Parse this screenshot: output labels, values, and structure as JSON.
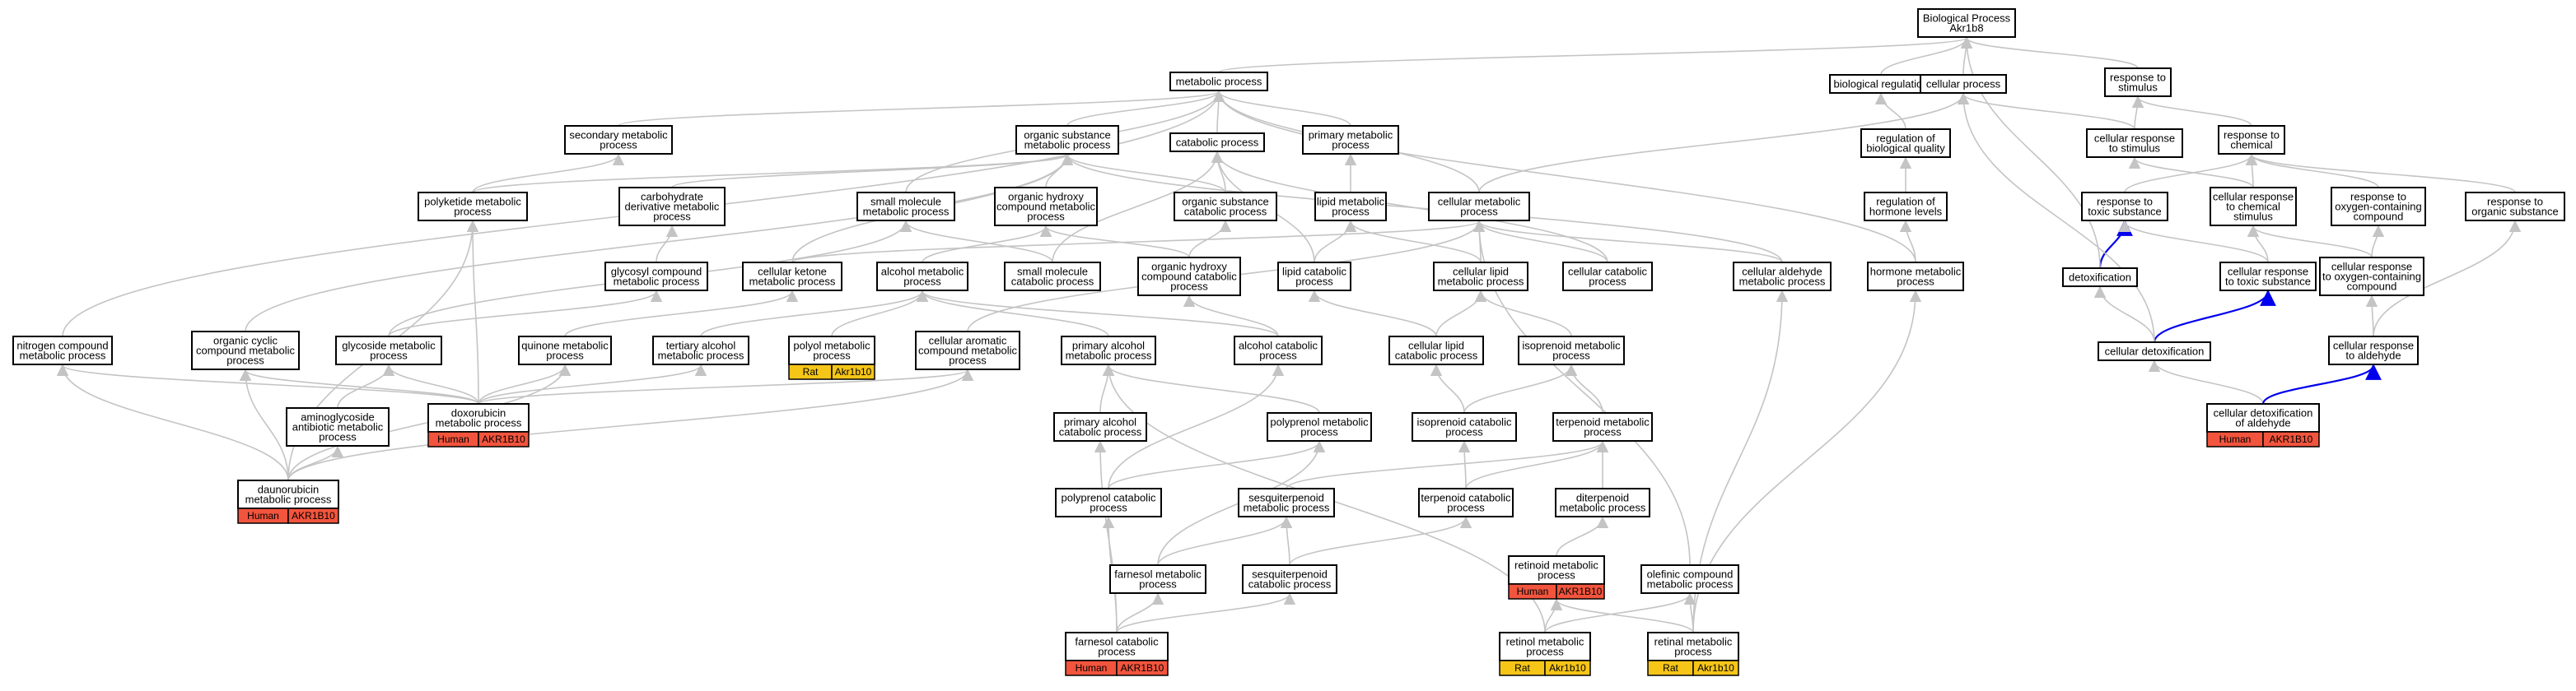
{
  "colors": {
    "human": "#f2543d",
    "rat": "#f5c518",
    "edge_default": "#c4c4c4",
    "edge_highlight": "#0000ee",
    "node_border": "#000000"
  },
  "nodes": [
    {
      "id": "bp",
      "lines": [
        "Biological Process",
        "Akr1b8"
      ]
    },
    {
      "id": "metabolic",
      "lines": [
        "metabolic process"
      ]
    },
    {
      "id": "bioreg",
      "lines": [
        "biological regulation"
      ]
    },
    {
      "id": "cellproc",
      "lines": [
        "cellular process"
      ]
    },
    {
      "id": "respstim",
      "lines": [
        "response to",
        "stimulus"
      ]
    },
    {
      "id": "secmet",
      "lines": [
        "secondary metabolic",
        "process"
      ]
    },
    {
      "id": "orgsub",
      "lines": [
        "organic substance",
        "metabolic process"
      ]
    },
    {
      "id": "catab",
      "lines": [
        "catabolic process"
      ]
    },
    {
      "id": "primmet",
      "lines": [
        "primary metabolic",
        "process"
      ]
    },
    {
      "id": "regbioq",
      "lines": [
        "regulation of",
        "biological quality"
      ]
    },
    {
      "id": "cellrespstim",
      "lines": [
        "cellular response",
        "to stimulus"
      ]
    },
    {
      "id": "respchem",
      "lines": [
        "response to",
        "chemical"
      ]
    },
    {
      "id": "polyket",
      "lines": [
        "polyketide metabolic",
        "process"
      ]
    },
    {
      "id": "carbderiv",
      "lines": [
        "carbohydrate",
        "derivative metabolic",
        "process"
      ]
    },
    {
      "id": "smallmol",
      "lines": [
        "small molecule",
        "metabolic process"
      ]
    },
    {
      "id": "orghydroxy",
      "lines": [
        "organic hydroxy",
        "compound metabolic",
        "process"
      ]
    },
    {
      "id": "orgsubcat",
      "lines": [
        "organic substance",
        "catabolic process"
      ]
    },
    {
      "id": "lipidmet",
      "lines": [
        "lipid metabolic",
        "process"
      ]
    },
    {
      "id": "cellmet",
      "lines": [
        "cellular metabolic",
        "process"
      ]
    },
    {
      "id": "reghorm",
      "lines": [
        "regulation of",
        "hormone levels"
      ]
    },
    {
      "id": "resptox",
      "lines": [
        "response to",
        "toxic substance"
      ]
    },
    {
      "id": "cellrespchem",
      "lines": [
        "cellular response",
        "to chemical",
        "stimulus"
      ]
    },
    {
      "id": "respoxy",
      "lines": [
        "response to",
        "oxygen-containing",
        "compound"
      ]
    },
    {
      "id": "resporg",
      "lines": [
        "response to",
        "organic substance"
      ]
    },
    {
      "id": "glycosyl",
      "lines": [
        "glycosyl compound",
        "metabolic process"
      ]
    },
    {
      "id": "cellket",
      "lines": [
        "cellular ketone",
        "metabolic process"
      ]
    },
    {
      "id": "alcmet",
      "lines": [
        "alcohol metabolic",
        "process"
      ]
    },
    {
      "id": "smallmolcat",
      "lines": [
        "small molecule",
        "catabolic process"
      ]
    },
    {
      "id": "orghydroxycat",
      "lines": [
        "organic hydroxy",
        "compound catabolic",
        "process"
      ]
    },
    {
      "id": "lipidcat",
      "lines": [
        "lipid catabolic",
        "process"
      ]
    },
    {
      "id": "celllipid",
      "lines": [
        "cellular lipid",
        "metabolic process"
      ]
    },
    {
      "id": "cellcat",
      "lines": [
        "cellular catabolic",
        "process"
      ]
    },
    {
      "id": "cellald",
      "lines": [
        "cellular aldehyde",
        "metabolic process"
      ]
    },
    {
      "id": "hormmet",
      "lines": [
        "hormone metabolic",
        "process"
      ]
    },
    {
      "id": "detox",
      "lines": [
        "detoxification"
      ]
    },
    {
      "id": "cellresptox",
      "lines": [
        "cellular response",
        "to toxic substance"
      ]
    },
    {
      "id": "cellrespoxy",
      "lines": [
        "cellular response",
        "to oxygen-containing",
        "compound"
      ]
    },
    {
      "id": "nitrogen",
      "lines": [
        "nitrogen compound",
        "metabolic process"
      ]
    },
    {
      "id": "orgcyclic",
      "lines": [
        "organic cyclic",
        "compound metabolic",
        "process"
      ]
    },
    {
      "id": "glycoside",
      "lines": [
        "glycoside metabolic",
        "process"
      ]
    },
    {
      "id": "quinone",
      "lines": [
        "quinone metabolic",
        "process"
      ]
    },
    {
      "id": "tertalc",
      "lines": [
        "tertiary alcohol",
        "metabolic process"
      ]
    },
    {
      "id": "polyol",
      "lines": [
        "polyol metabolic",
        "process"
      ],
      "tag": {
        "species": "Rat",
        "gene": "Akr1b10"
      }
    },
    {
      "id": "cellarom",
      "lines": [
        "cellular aromatic",
        "compound metabolic",
        "process"
      ]
    },
    {
      "id": "primalc",
      "lines": [
        "primary alcohol",
        "metabolic process"
      ]
    },
    {
      "id": "alccat",
      "lines": [
        "alcohol catabolic",
        "process"
      ]
    },
    {
      "id": "celllipidcat",
      "lines": [
        "cellular lipid",
        "catabolic process"
      ]
    },
    {
      "id": "isoprenoid",
      "lines": [
        "isoprenoid metabolic",
        "process"
      ]
    },
    {
      "id": "celldetox",
      "lines": [
        "cellular detoxification"
      ]
    },
    {
      "id": "cellrespald",
      "lines": [
        "cellular response",
        "to aldehyde"
      ]
    },
    {
      "id": "aminoglyc",
      "lines": [
        "aminoglycoside",
        "antibiotic metabolic",
        "process"
      ]
    },
    {
      "id": "doxo",
      "lines": [
        "doxorubicin",
        "metabolic process"
      ],
      "tag": {
        "species": "Human",
        "gene": "AKR1B10"
      }
    },
    {
      "id": "primalccat",
      "lines": [
        "primary alcohol",
        "catabolic process"
      ]
    },
    {
      "id": "polyprenol",
      "lines": [
        "polyprenol metabolic",
        "process"
      ]
    },
    {
      "id": "isoprenoidcat",
      "lines": [
        "isoprenoid catabolic",
        "process"
      ]
    },
    {
      "id": "terpenoid",
      "lines": [
        "terpenoid metabolic",
        "process"
      ]
    },
    {
      "id": "celldetoxald",
      "lines": [
        "cellular detoxification",
        "of aldehyde"
      ],
      "tag": {
        "species": "Human",
        "gene": "AKR1B10"
      }
    },
    {
      "id": "dauno",
      "lines": [
        "daunorubicin",
        "metabolic process"
      ],
      "tag": {
        "species": "Human",
        "gene": "AKR1B10"
      }
    },
    {
      "id": "polyprenolcat",
      "lines": [
        "polyprenol catabolic",
        "process"
      ]
    },
    {
      "id": "sesqui",
      "lines": [
        "sesquiterpenoid",
        "metabolic process"
      ]
    },
    {
      "id": "terpcat",
      "lines": [
        "terpenoid catabolic",
        "process"
      ]
    },
    {
      "id": "diterp",
      "lines": [
        "diterpenoid",
        "metabolic process"
      ]
    },
    {
      "id": "farnesol",
      "lines": [
        "farnesol metabolic",
        "process"
      ]
    },
    {
      "id": "sesquicat",
      "lines": [
        "sesquiterpenoid",
        "catabolic process"
      ]
    },
    {
      "id": "retinoid",
      "lines": [
        "retinoid metabolic",
        "process"
      ],
      "tag": {
        "species": "Human",
        "gene": "AKR1B10"
      }
    },
    {
      "id": "olefinic",
      "lines": [
        "olefinic compound",
        "metabolic process"
      ]
    },
    {
      "id": "farnesolcat",
      "lines": [
        "farnesol catabolic",
        "process"
      ],
      "tag": {
        "species": "Human",
        "gene": "AKR1B10"
      }
    },
    {
      "id": "retinol",
      "lines": [
        "retinol metabolic",
        "process"
      ],
      "tag": {
        "species": "Rat",
        "gene": "Akr1b10"
      }
    },
    {
      "id": "retinal",
      "lines": [
        "retinal metabolic",
        "process"
      ],
      "tag": {
        "species": "Rat",
        "gene": "Akr1b10"
      }
    }
  ],
  "edges": [
    [
      "metabolic",
      "bp"
    ],
    [
      "bioreg",
      "bp"
    ],
    [
      "cellproc",
      "bp"
    ],
    [
      "respstim",
      "bp"
    ],
    [
      "secmet",
      "metabolic"
    ],
    [
      "orgsub",
      "metabolic"
    ],
    [
      "catab",
      "metabolic"
    ],
    [
      "primmet",
      "metabolic"
    ],
    [
      "regbioq",
      "bioreg"
    ],
    [
      "cellrespstim",
      "cellproc"
    ],
    [
      "cellrespstim",
      "respstim"
    ],
    [
      "respchem",
      "respstim"
    ],
    [
      "polyket",
      "secmet"
    ],
    [
      "polyket",
      "orgsub"
    ],
    [
      "carbderiv",
      "orgsub"
    ],
    [
      "smallmol",
      "metabolic"
    ],
    [
      "orghydroxy",
      "orgsub"
    ],
    [
      "orgsubcat",
      "orgsub"
    ],
    [
      "orgsubcat",
      "catab"
    ],
    [
      "lipidmet",
      "primmet"
    ],
    [
      "cellmet",
      "metabolic"
    ],
    [
      "cellmet",
      "cellproc"
    ],
    [
      "reghorm",
      "regbioq"
    ],
    [
      "resptox",
      "respchem"
    ],
    [
      "cellrespchem",
      "respchem"
    ],
    [
      "cellrespchem",
      "cellrespstim"
    ],
    [
      "respoxy",
      "respchem"
    ],
    [
      "resporg",
      "respchem"
    ],
    [
      "glycosyl",
      "carbderiv"
    ],
    [
      "cellket",
      "orgsub"
    ],
    [
      "cellket",
      "cellmet"
    ],
    [
      "alcmet",
      "orghydroxy"
    ],
    [
      "smallmolcat",
      "smallmol"
    ],
    [
      "smallmolcat",
      "catab"
    ],
    [
      "orghydroxycat",
      "orghydroxy"
    ],
    [
      "orghydroxycat",
      "orgsubcat"
    ],
    [
      "lipidcat",
      "lipidmet"
    ],
    [
      "lipidcat",
      "catab"
    ],
    [
      "celllipid",
      "lipidmet"
    ],
    [
      "celllipid",
      "cellmet"
    ],
    [
      "cellcat",
      "cellmet"
    ],
    [
      "cellcat",
      "catab"
    ],
    [
      "cellald",
      "cellmet"
    ],
    [
      "cellald",
      "orgsub"
    ],
    [
      "hormmet",
      "reghorm"
    ],
    [
      "hormmet",
      "metabolic"
    ],
    [
      "detox",
      "resptox"
    ],
    [
      "detox",
      "bp"
    ],
    [
      "cellresptox",
      "resptox"
    ],
    [
      "cellresptox",
      "cellrespchem"
    ],
    [
      "cellrespoxy",
      "respoxy"
    ],
    [
      "cellrespoxy",
      "cellrespchem"
    ],
    [
      "nitrogen",
      "metabolic"
    ],
    [
      "orgcyclic",
      "orgsub"
    ],
    [
      "glycoside",
      "glycosyl"
    ],
    [
      "glycoside",
      "smallmol"
    ],
    [
      "quinone",
      "cellket"
    ],
    [
      "tertalc",
      "alcmet"
    ],
    [
      "polyol",
      "alcmet"
    ],
    [
      "cellarom",
      "cellmet"
    ],
    [
      "primalc",
      "alcmet"
    ],
    [
      "alccat",
      "alcmet"
    ],
    [
      "alccat",
      "orghydroxycat"
    ],
    [
      "celllipidcat",
      "celllipid"
    ],
    [
      "celllipidcat",
      "lipidcat"
    ],
    [
      "isoprenoid",
      "celllipid"
    ],
    [
      "celldetox",
      "detox"
    ],
    [
      "celldetox",
      "cellresptox"
    ],
    [
      "celldetox",
      "cellproc"
    ],
    [
      "cellrespald",
      "cellrespoxy"
    ],
    [
      "cellrespald",
      "resporg"
    ],
    [
      "aminoglyc",
      "glycoside"
    ],
    [
      "doxo",
      "polyket"
    ],
    [
      "doxo",
      "glycoside"
    ],
    [
      "doxo",
      "quinone"
    ],
    [
      "doxo",
      "tertalc"
    ],
    [
      "doxo",
      "cellarom"
    ],
    [
      "doxo",
      "orgcyclic"
    ],
    [
      "doxo",
      "nitrogen"
    ],
    [
      "primalccat",
      "primalc"
    ],
    [
      "polyprenol",
      "primalc"
    ],
    [
      "isoprenoidcat",
      "isoprenoid"
    ],
    [
      "isoprenoidcat",
      "celllipidcat"
    ],
    [
      "terpenoid",
      "isoprenoid"
    ],
    [
      "celldetoxald",
      "celldetox"
    ],
    [
      "celldetoxald",
      "cellrespald"
    ],
    [
      "dauno",
      "polyket"
    ],
    [
      "dauno",
      "orgcyclic"
    ],
    [
      "dauno",
      "aminoglyc"
    ],
    [
      "dauno",
      "nitrogen"
    ],
    [
      "dauno",
      "quinone"
    ],
    [
      "dauno",
      "cellarom"
    ],
    [
      "polyprenolcat",
      "polyprenol"
    ],
    [
      "polyprenolcat",
      "alccat"
    ],
    [
      "sesqui",
      "terpenoid"
    ],
    [
      "terpcat",
      "terpenoid"
    ],
    [
      "terpcat",
      "isoprenoidcat"
    ],
    [
      "diterp",
      "terpenoid"
    ],
    [
      "farnesol",
      "sesqui"
    ],
    [
      "farnesol",
      "polyprenol"
    ],
    [
      "sesquicat",
      "sesqui"
    ],
    [
      "sesquicat",
      "terpcat"
    ],
    [
      "retinoid",
      "diterp"
    ],
    [
      "olefinic",
      "cellmet"
    ],
    [
      "farnesolcat",
      "farnesol"
    ],
    [
      "farnesolcat",
      "sesquicat"
    ],
    [
      "farnesolcat",
      "polyprenolcat"
    ],
    [
      "farnesolcat",
      "primalccat"
    ],
    [
      "retinol",
      "retinoid"
    ],
    [
      "retinol",
      "olefinic"
    ],
    [
      "retinol",
      "primalc"
    ],
    [
      "retinal",
      "retinoid"
    ],
    [
      "retinal",
      "olefinic"
    ],
    [
      "retinal",
      "cellald"
    ],
    [
      "retinal",
      "hormmet"
    ]
  ],
  "highlighted_edges": [
    [
      "detox",
      "resptox"
    ],
    [
      "celldetox",
      "cellresptox"
    ],
    [
      "celldetoxald",
      "cellrespald"
    ]
  ]
}
